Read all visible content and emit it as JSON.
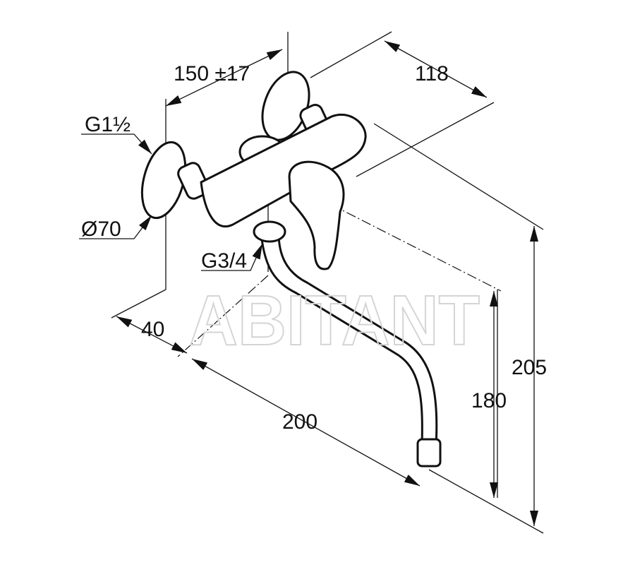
{
  "drawing": {
    "watermark": "ABITANT",
    "dimensions": {
      "wall_spacing": "150 ±17",
      "depth": "118",
      "inlet_thread": "G1½",
      "rosette_diameter": "Ø70",
      "outlet_thread": "G3/4",
      "offset": "40",
      "spout_reach": "200",
      "spout_height": "180",
      "total_height": "205"
    },
    "colors": {
      "line": "#111111",
      "watermark": "#e6e6e6"
    }
  }
}
